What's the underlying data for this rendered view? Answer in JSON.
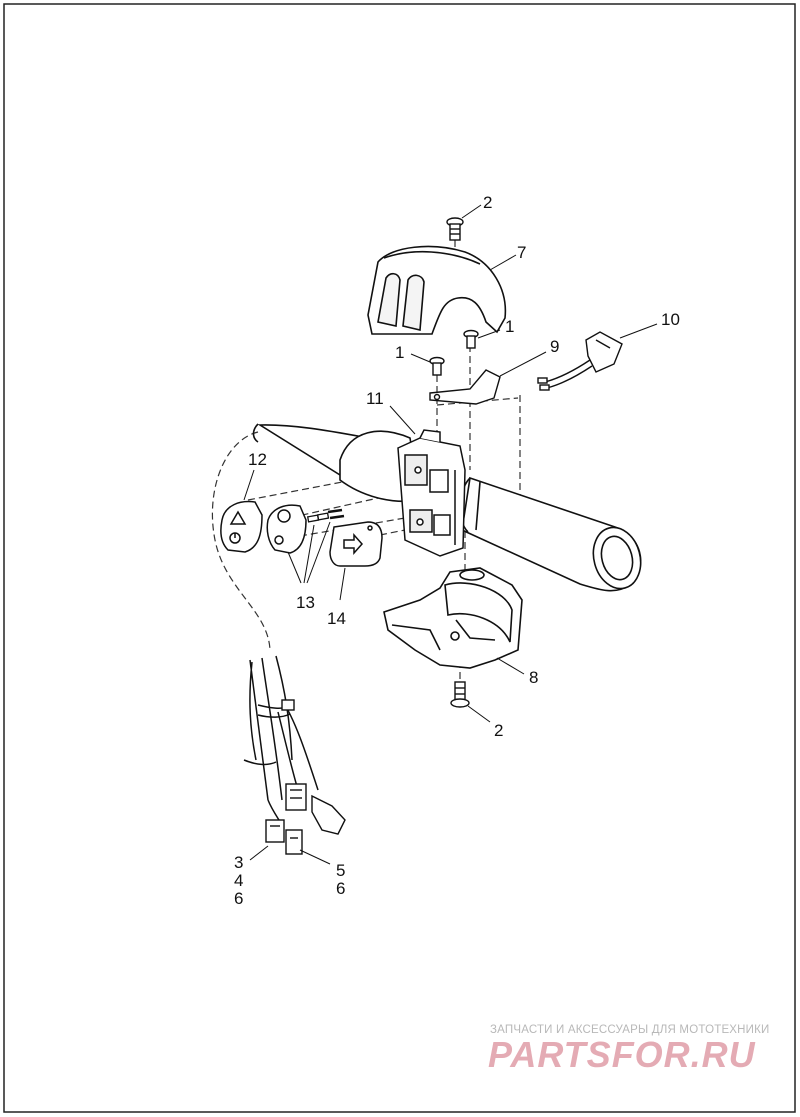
{
  "callouts": {
    "c2_top": "2",
    "c7": "7",
    "c1_right": "1",
    "c1_left": "1",
    "c9": "9",
    "c10": "10",
    "c11": "11",
    "c12": "12",
    "c13": "13",
    "c14": "14",
    "c8": "8",
    "c2_bottom": "2",
    "c3": "3",
    "c4": "4",
    "c6_left": "6",
    "c5": "5",
    "c6_right": "6"
  },
  "watermark": {
    "tagline": "ЗАПЧАСТИ И АКСЕССУАРЫ ДЛЯ МОТОТЕХНИКИ",
    "logo": "PARTSFOR.RU"
  },
  "colors": {
    "line": "#111111",
    "watermark_logo": "#e2a3ac",
    "watermark_text": "#b8b8b8"
  }
}
